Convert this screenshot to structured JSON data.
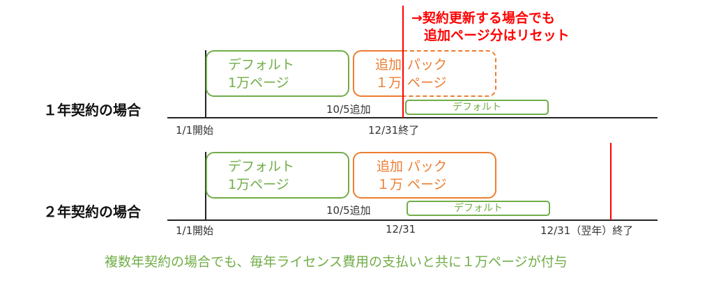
{
  "colors": {
    "green": "#70ad47",
    "orange": "#ed7d31",
    "red": "#ff0000"
  },
  "note_red": {
    "line1": "→契約更新する場合でも",
    "line2": "追加ページ分はリセット"
  },
  "row1": {
    "title": "１年契約の場合",
    "default_box": {
      "line1": "デフォルト",
      "line2": "1万ページ"
    },
    "addon_box": {
      "line1_left": "追加",
      "line1_right": "パック",
      "line2_left": "１万",
      "line2_right": "ページ"
    },
    "next_default": "デフォルト",
    "added_label": "10/5追加",
    "start_label": "1/1開始",
    "end_label": "12/31終了"
  },
  "row2": {
    "title": "２年契約の場合",
    "default_box": {
      "line1": "デフォルト",
      "line2": "1万ページ"
    },
    "addon_box": {
      "line1": "追加 パック",
      "line2": "１万 ページ"
    },
    "next_default": "デフォルト",
    "added_label": "10/5追加",
    "start_label": "1/1開始",
    "mid_label": "12/31",
    "end_label": "12/31（翌年）終了"
  },
  "footer": "複数年契約の場合でも、毎年ライセンス費用の支払いと共に１万ページが付与"
}
